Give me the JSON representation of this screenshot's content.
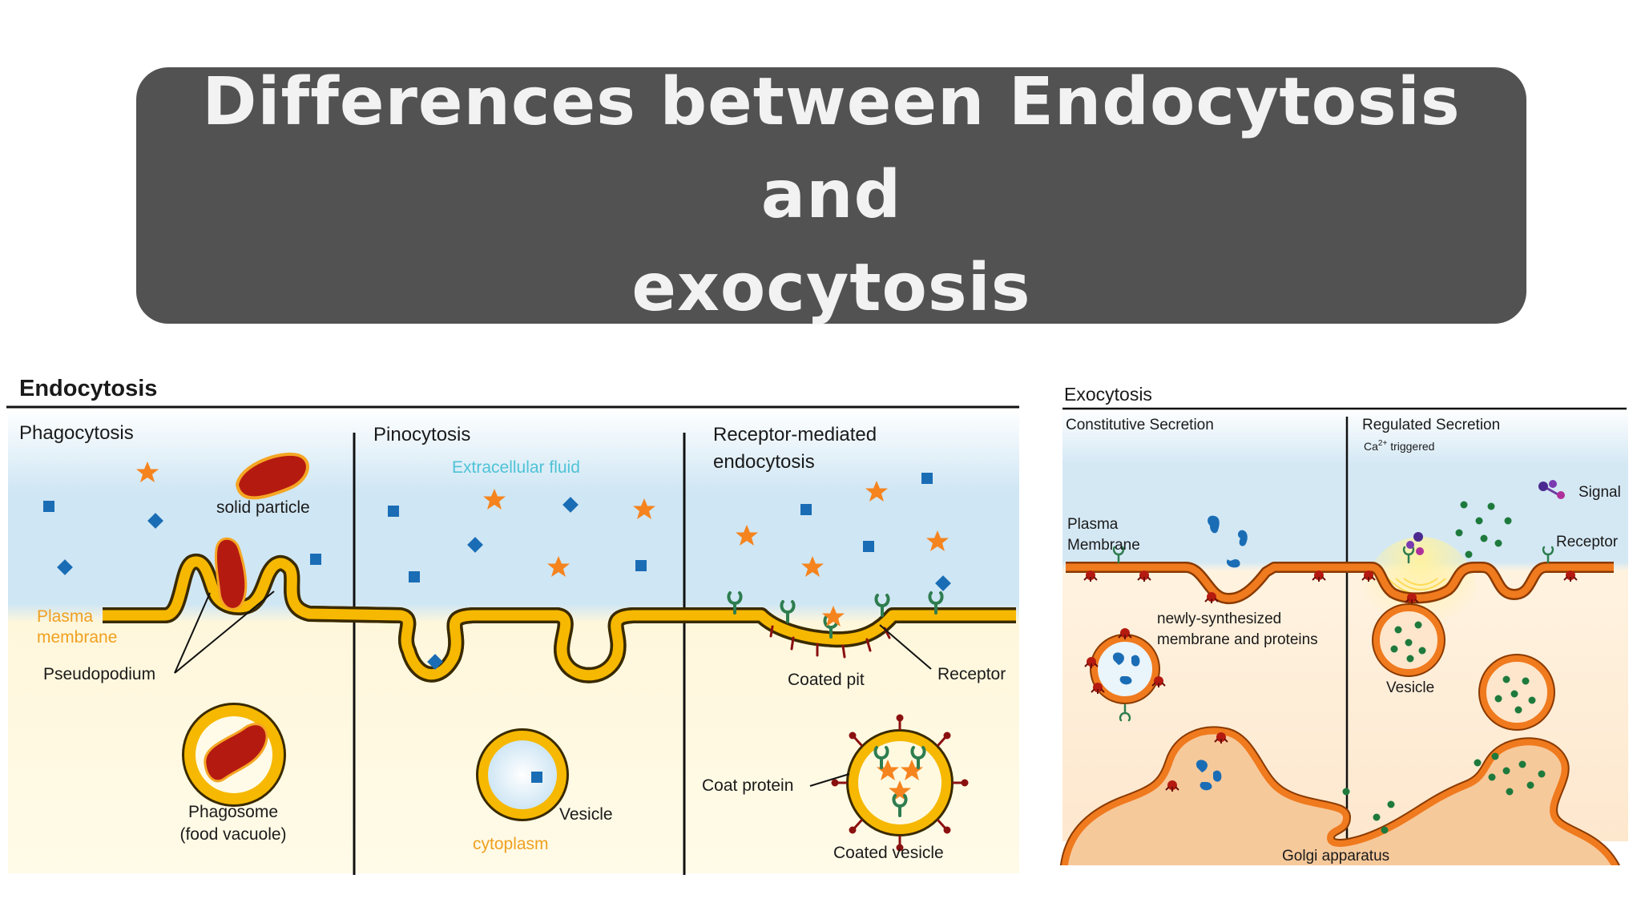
{
  "title": {
    "line1": "Differences between Endocytosis and",
    "line2": "exocytosis"
  },
  "endocytosis": {
    "heading": "Endocytosis",
    "phagocytosis": {
      "heading": "Phagocytosis",
      "solid_particle": "solid particle",
      "plasma_membrane_1": "Plasma",
      "plasma_membrane_2": "membrane",
      "pseudopodium": "Pseudopodium",
      "phagosome_1": "Phagosome",
      "phagosome_2": "(food vacuole)"
    },
    "pinocytosis": {
      "heading": "Pinocytosis",
      "extracellular_fluid": "Extracellular fluid",
      "vesicle": "Vesicle",
      "cytoplasm": "cytoplasm"
    },
    "receptor_mediated": {
      "heading_1": "Receptor-mediated",
      "heading_2": "endocytosis",
      "coated_pit": "Coated pit",
      "receptor": "Receptor",
      "coat_protein": "Coat protein",
      "coated_vesicle": "Coated vesicle"
    }
  },
  "exocytosis": {
    "heading": "Exocytosis",
    "constitutive": {
      "heading": "Constitutive Secretion",
      "plasma_membrane_1": "Plasma",
      "plasma_membrane_2": "Membrane",
      "newly_synth_1": "newly-synthesized",
      "newly_synth_2": "membrane and proteins"
    },
    "regulated": {
      "heading": "Regulated Secretion",
      "ca_trigger_prefix": "Ca",
      "ca_trigger_sup": "2+",
      "ca_trigger_suffix": " triggered",
      "signal": "Signal",
      "receptor": "Receptor",
      "vesicle": "Vesicle"
    },
    "golgi": "Golgi apparatus"
  },
  "colors": {
    "banner": "#525252",
    "membrane_yellow": "#f6b800",
    "membrane_outline": "#3a2a00",
    "membrane_orange": "#f07a1e",
    "particle_red": "#b51a10",
    "star_orange": "#f5841f",
    "square_blue": "#1a6db5",
    "receptor_green": "#2e7d4f",
    "dot_green": "#1e7a3c",
    "fluid_blue": "#cfe6f4",
    "cytoplasm_yellow": "#fff6d6",
    "golgi_tan": "#f6c99b",
    "label_orange": "#f0a020",
    "label_cyan": "#4ec3d6"
  }
}
